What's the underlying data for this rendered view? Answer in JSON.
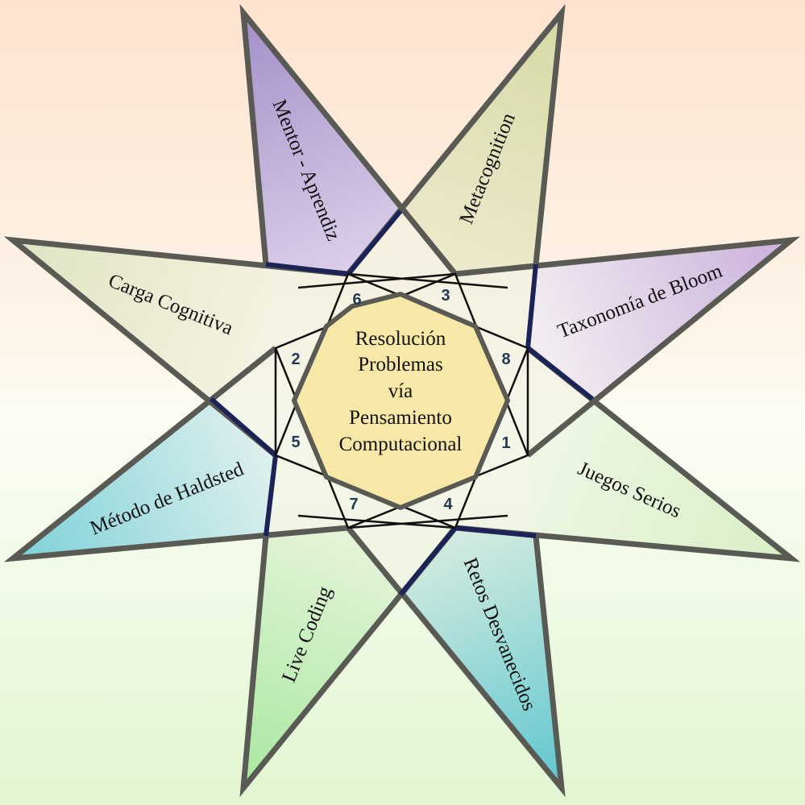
{
  "center": {
    "lines": [
      "Resolución",
      "Problemas",
      "vía",
      "Pensamiento",
      "Computacional"
    ]
  },
  "rays": [
    {
      "id": "metacognition",
      "label": "Metacognition"
    },
    {
      "id": "taxonomia",
      "label": "Taxonomía de Bloom"
    },
    {
      "id": "juegos",
      "label": "Juegos Serios"
    },
    {
      "id": "retos",
      "label": "Retos Desvanecidos"
    },
    {
      "id": "live",
      "label": "Live Coding"
    },
    {
      "id": "haldsted",
      "label": "Método de Haldsted"
    },
    {
      "id": "carga",
      "label": "Carga Cognitiva"
    },
    {
      "id": "mentor",
      "label": "Mentor - Aprendiz"
    }
  ],
  "numbers": [
    "6",
    "3",
    "2",
    "8",
    "5",
    "1",
    "7",
    "4"
  ],
  "colors": {
    "bg_top": "#fde3cf",
    "bg_mid": "#fdfaf0",
    "bg_bottom": "#e2f6d2",
    "center_fill": "#f8e8a8",
    "outline": "#5a5a55",
    "accent_line": "#1c2356",
    "number_color": "#1f3a52"
  }
}
